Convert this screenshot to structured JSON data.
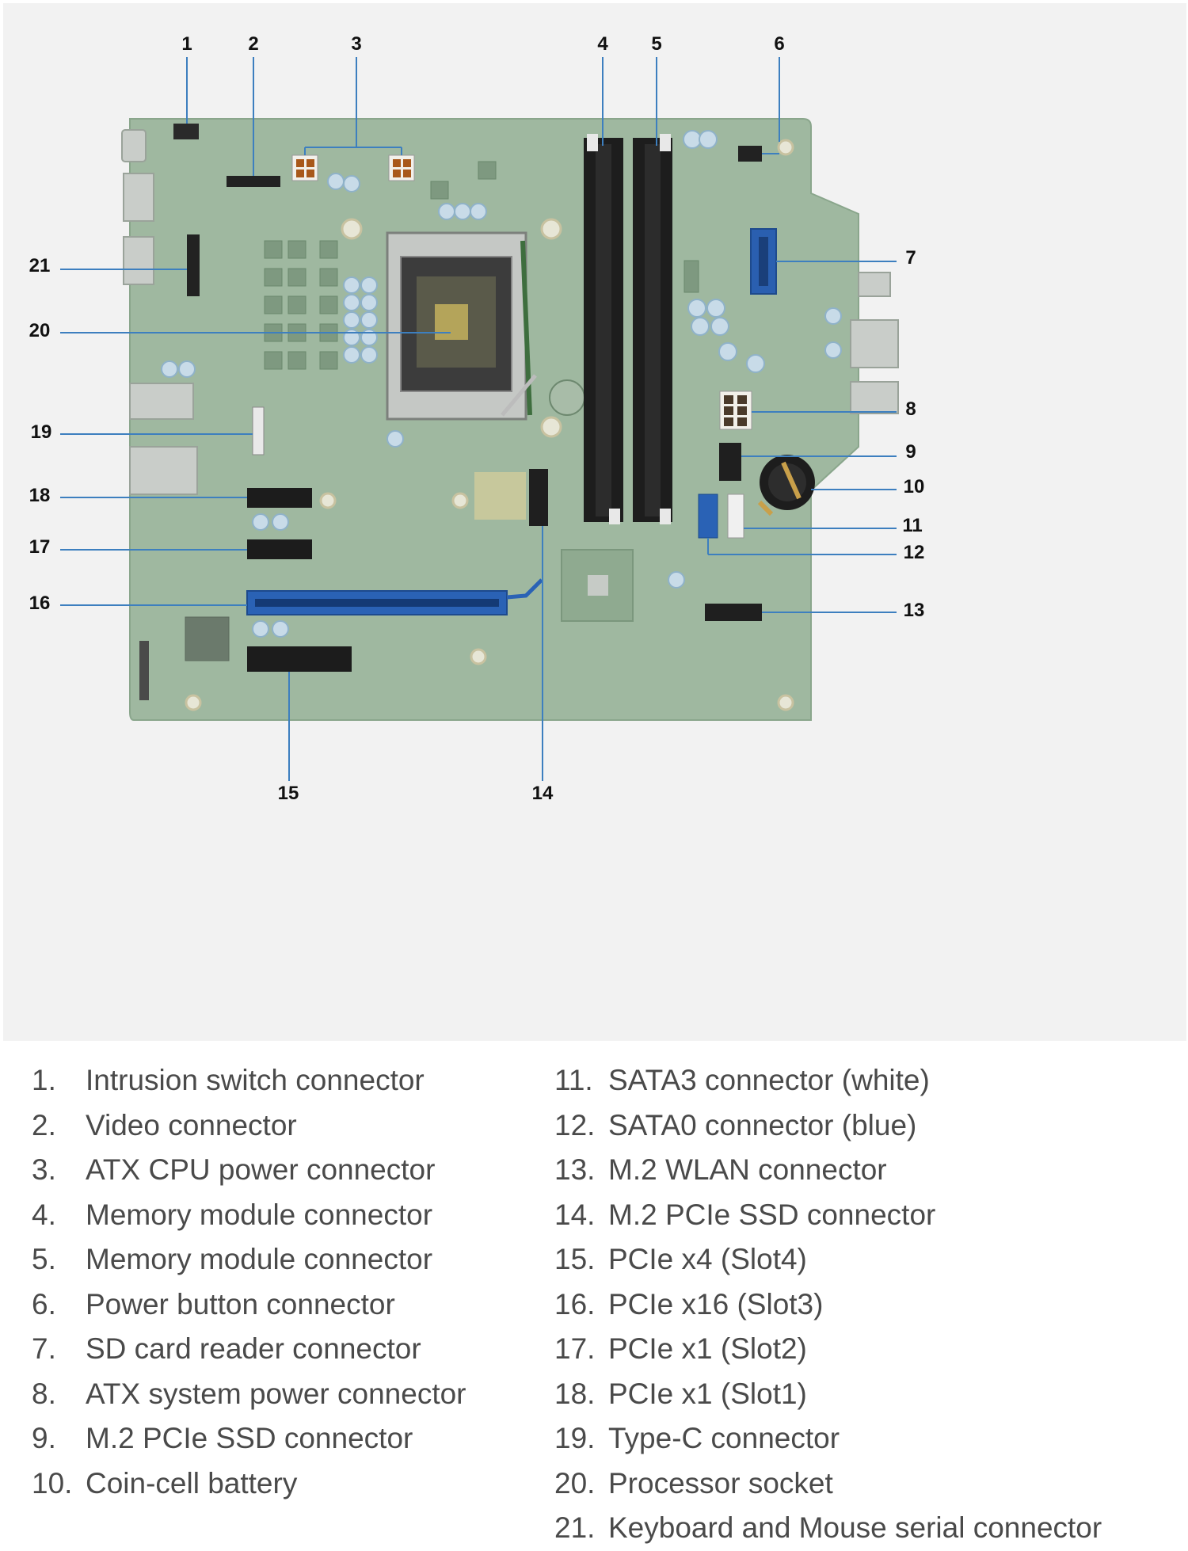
{
  "callouts": [
    "1",
    "2",
    "3",
    "4",
    "5",
    "6",
    "7",
    "8",
    "9",
    "10",
    "11",
    "12",
    "13",
    "14",
    "15",
    "16",
    "17",
    "18",
    "19",
    "20",
    "21"
  ],
  "legend_left": [
    {
      "num": "1.",
      "text": "Intrusion switch connector"
    },
    {
      "num": "2.",
      "text": "Video connector"
    },
    {
      "num": "3.",
      "text": "ATX CPU power connector"
    },
    {
      "num": "4.",
      "text": "Memory module connector"
    },
    {
      "num": "5.",
      "text": "Memory module connector"
    },
    {
      "num": "6.",
      "text": "Power button connector"
    },
    {
      "num": "7.",
      "text": "SD card reader connector"
    },
    {
      "num": "8.",
      "text": "ATX system power connector"
    },
    {
      "num": "9.",
      "text": "M.2 PCIe SSD connector"
    },
    {
      "num": "10.",
      "text": "Coin-cell battery"
    }
  ],
  "legend_right": [
    {
      "num": "11.",
      "text": "SATA3 connector (white)"
    },
    {
      "num": "12.",
      "text": "SATA0 connector (blue)"
    },
    {
      "num": "13.",
      "text": "M.2 WLAN connector"
    },
    {
      "num": "14.",
      "text": "M.2 PCIe SSD connector"
    },
    {
      "num": "15.",
      "text": "PCIe x4 (Slot4)"
    },
    {
      "num": "16.",
      "text": "PCIe x16 (Slot3)"
    },
    {
      "num": "17.",
      "text": "PCIe x1 (Slot2)"
    },
    {
      "num": "18.",
      "text": "PCIe x1 (Slot1)"
    },
    {
      "num": "19.",
      "text": "Type-C connector"
    },
    {
      "num": "20.",
      "text": "Processor socket"
    },
    {
      "num": "21.",
      "text": "Keyboard and Mouse serial connector"
    }
  ],
  "colors": {
    "board": "#9cb69d",
    "board_dark": "#7f9c82",
    "slot_black": "#1c1c1c",
    "slot_blue": "#2a62b5",
    "leader": "#3d7fbf",
    "connector_white": "#efefef",
    "socket_silver": "#c9ccc9"
  }
}
